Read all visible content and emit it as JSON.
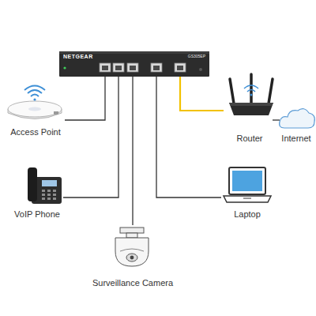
{
  "diagram": {
    "nodes": [
      {
        "text": [
          "NETGEAR",
          "GS305EP"
        ]
      },
      {
        "text": [
          "Access Point"
        ]
      },
      {
        "text": [
          "Router"
        ]
      },
      {
        "text": [
          "Internet"
        ]
      },
      {
        "text": [
          "VoIP Phone"
        ]
      },
      {
        "text": [
          "Laptop"
        ]
      },
      {
        "text": [
          "Surveillance Camera"
        ]
      }
    ],
    "edges": [
      {
        "from": 0,
        "to": 1,
        "arrow": "none"
      },
      {
        "from": 0,
        "to": 4,
        "arrow": "none"
      },
      {
        "from": 0,
        "to": 6,
        "arrow": "none"
      },
      {
        "from": 0,
        "to": 5,
        "arrow": "none"
      },
      {
        "from": 0,
        "to": 2,
        "arrow": "none"
      },
      {
        "from": 2,
        "to": 3,
        "arrow": "none"
      }
    ]
  }
}
